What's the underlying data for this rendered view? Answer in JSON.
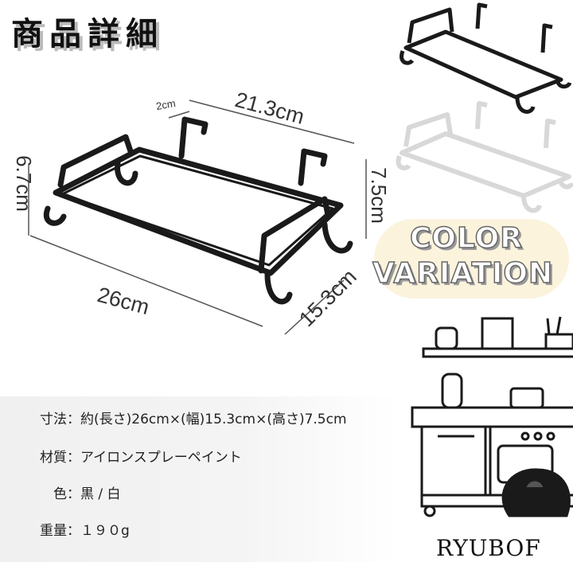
{
  "title": "商品詳細",
  "dimensions": {
    "length_top": "21.3cm",
    "hook": "2cm",
    "height_left": "6.7cm",
    "height_right": "7.5cm",
    "length_bottom": "26cm",
    "depth": "15.3cm"
  },
  "variation": {
    "line1": "COLOR",
    "line2": "VARIATION"
  },
  "colors": {
    "black_rack": "#1a1a1a",
    "white_rack": "#ececec",
    "variation_bg": "#fbf3dc"
  },
  "specs": [
    {
      "label": "寸法",
      "value": "約(長さ)26cm×(幅)15.3cm×(高さ)7.5cm"
    },
    {
      "label": "材質",
      "value": "アイロンスプレーペイント"
    },
    {
      "label": "色",
      "value": "黒 / 白"
    },
    {
      "label": "重量",
      "value": "１９０g"
    }
  ],
  "brand": "RYUBOF"
}
